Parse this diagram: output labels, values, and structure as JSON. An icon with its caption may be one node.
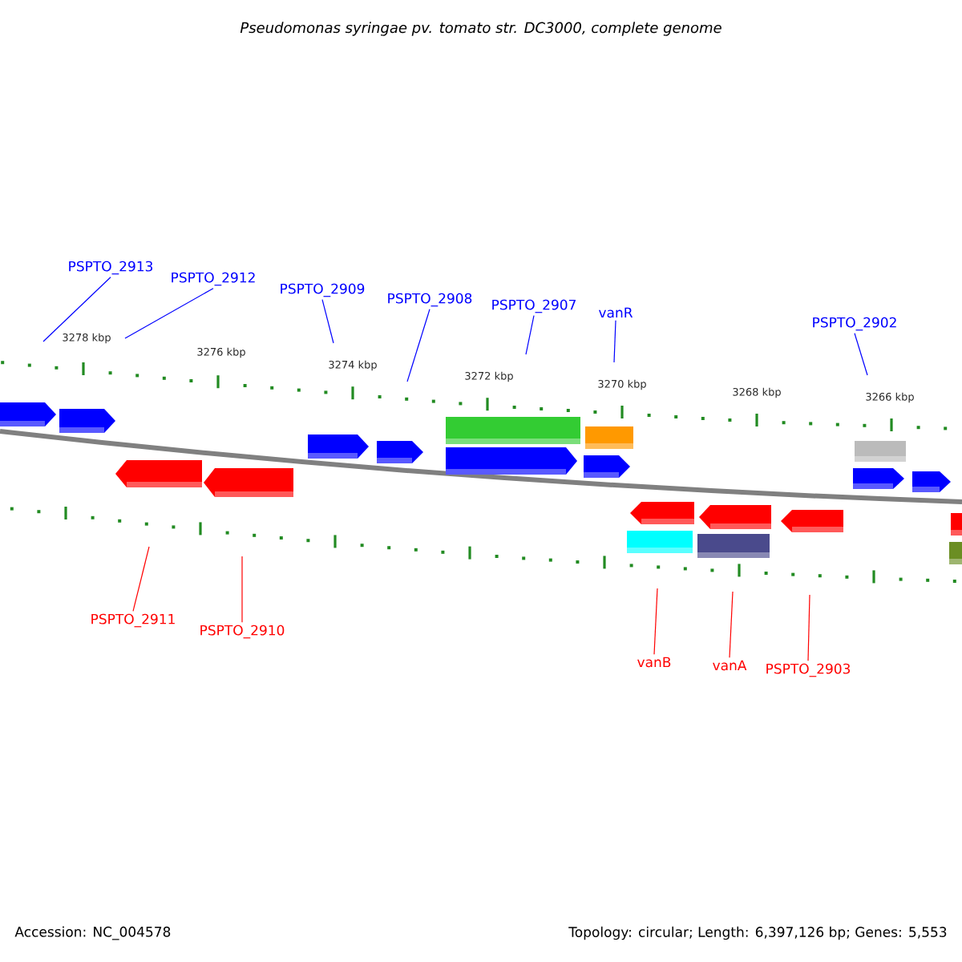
{
  "diagram": {
    "title": "Pseudomonas syringae pv. tomato str. DC3000, complete genome",
    "nodes": [
      {
        "text": [
          "PSPTO_2913"
        ]
      },
      {
        "text": [
          "PSPTO_2912"
        ]
      },
      {
        "text": [
          "PSPTO_2909"
        ]
      },
      {
        "text": [
          "PSPTO_2908"
        ]
      },
      {
        "text": [
          "PSPTO_2907"
        ]
      },
      {
        "text": [
          "vanR"
        ]
      },
      {
        "text": [
          "PSPTO_2902"
        ]
      },
      {
        "text": [
          "PSPTO_2911"
        ]
      },
      {
        "text": [
          "PSPTO_2910"
        ]
      },
      {
        "text": [
          "vanB"
        ]
      },
      {
        "text": [
          "vanA"
        ]
      },
      {
        "text": [
          "PSPTO_2903"
        ]
      }
    ],
    "edges": [
      {
        "from": 0,
        "to": null,
        "arrow": "none"
      },
      {
        "from": 1,
        "to": null,
        "arrow": "none"
      },
      {
        "from": 2,
        "to": null,
        "arrow": "none"
      },
      {
        "from": 3,
        "to": null,
        "arrow": "none"
      },
      {
        "from": 4,
        "to": null,
        "arrow": "none"
      },
      {
        "from": 5,
        "to": null,
        "arrow": "none"
      },
      {
        "from": 6,
        "to": null,
        "arrow": "none"
      },
      {
        "from": 7,
        "to": null,
        "arrow": "none",
        "color": "#ff0000"
      },
      {
        "from": 8,
        "to": null,
        "arrow": "none",
        "color": "#ff0000"
      },
      {
        "from": 9,
        "to": null,
        "arrow": "none",
        "color": "#ff0000"
      },
      {
        "from": 10,
        "to": null,
        "arrow": "none",
        "color": "#ff0000"
      },
      {
        "from": 11,
        "to": null,
        "arrow": "none",
        "color": "#ff0000"
      }
    ],
    "labels": [
      "3278 kbp",
      "3276 kbp",
      "3274 kbp",
      "3272 kbp",
      "3270 kbp",
      "3268 kbp",
      "3266 kbp",
      "Accession: NC_004578",
      "Topology: circular; Length: 6,397,126 bp; Genes: 5,553"
    ]
  }
}
